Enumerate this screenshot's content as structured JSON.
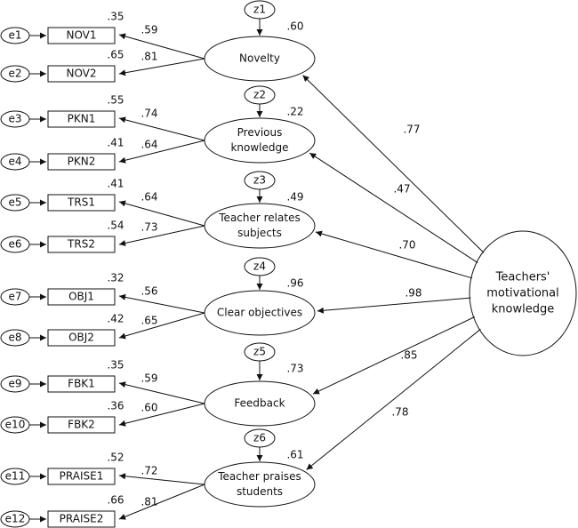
{
  "higher_factor": {
    "label_lines": [
      "Teachers'",
      "motivational",
      "knowledge"
    ]
  },
  "factors": [
    {
      "label_lines": [
        "Novelty"
      ],
      "disturbance": "z1",
      "r2": ".60",
      "path": ".77",
      "indicators": [
        {
          "error": "e1",
          "name": "NOV1",
          "r2": ".35",
          "loading": ".59"
        },
        {
          "error": "e2",
          "name": "NOV2",
          "r2": ".65",
          "loading": ".81"
        }
      ]
    },
    {
      "label_lines": [
        "Previous",
        "knowledge"
      ],
      "disturbance": "z2",
      "r2": ".22",
      "path": ".47",
      "indicators": [
        {
          "error": "e3",
          "name": "PKN1",
          "r2": ".55",
          "loading": ".74"
        },
        {
          "error": "e4",
          "name": "PKN2",
          "r2": ".41",
          "loading": ".64"
        }
      ]
    },
    {
      "label_lines": [
        "Teacher relates",
        "subjects"
      ],
      "disturbance": "z3",
      "r2": ".49",
      "path": ".70",
      "indicators": [
        {
          "error": "e5",
          "name": "TRS1",
          "r2": ".41",
          "loading": ".64"
        },
        {
          "error": "e6",
          "name": "TRS2",
          "r2": ".54",
          "loading": ".73"
        }
      ]
    },
    {
      "label_lines": [
        "Clear objectives"
      ],
      "disturbance": "z4",
      "r2": ".96",
      "path": ".98",
      "indicators": [
        {
          "error": "e7",
          "name": "OBJ1",
          "r2": ".32",
          "loading": ".56"
        },
        {
          "error": "e8",
          "name": "OBJ2",
          "r2": ".42",
          "loading": ".65"
        }
      ]
    },
    {
      "label_lines": [
        "Feedback"
      ],
      "disturbance": "z5",
      "r2": ".73",
      "path": ".85",
      "indicators": [
        {
          "error": "e9",
          "name": "FBK1",
          "r2": ".35",
          "loading": ".59"
        },
        {
          "error": "e10",
          "name": "FBK2",
          "r2": ".36",
          "loading": ".60"
        }
      ]
    },
    {
      "label_lines": [
        "Teacher praises",
        "students"
      ],
      "disturbance": "z6",
      "r2": ".61",
      "path": ".78",
      "indicators": [
        {
          "error": "e11",
          "name": "PRAISE1",
          "r2": ".52",
          "loading": ".72"
        },
        {
          "error": "e12",
          "name": "PRAISE2",
          "r2": ".66",
          "loading": ".81"
        }
      ]
    }
  ]
}
